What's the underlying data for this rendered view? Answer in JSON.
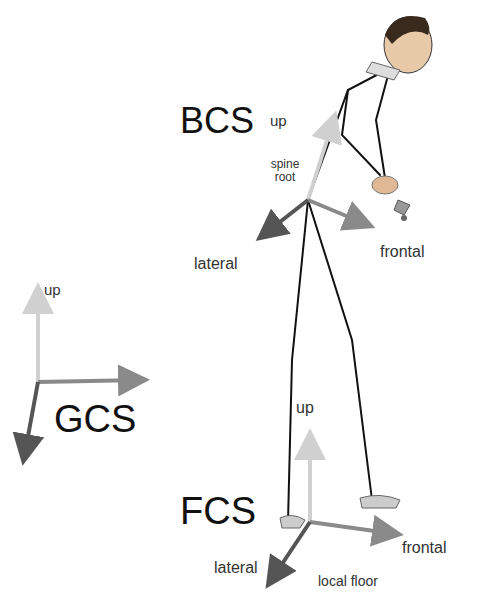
{
  "diagram": {
    "labels": [
      "BCS",
      "up",
      "spine root",
      "lateral",
      "frontal",
      "up",
      "GCS",
      "up",
      "FCS",
      "lateral",
      "frontal",
      "local floor"
    ]
  }
}
